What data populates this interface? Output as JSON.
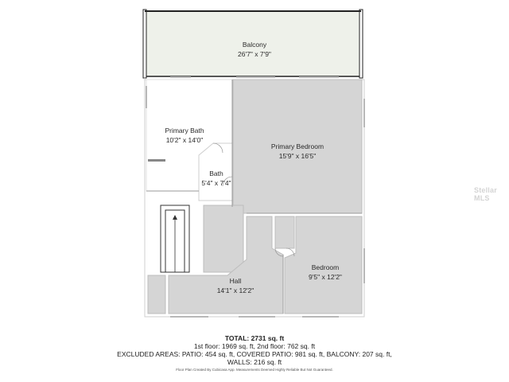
{
  "rooms": {
    "balcony": {
      "name": "Balcony",
      "dimensions": "26'7\" x 7'9\""
    },
    "primary_bath": {
      "name": "Primary Bath",
      "dimensions": "10'2\" x 14'0\""
    },
    "primary_bedroom": {
      "name": "Primary Bedroom",
      "dimensions": "15'9\" x 16'5\""
    },
    "bath": {
      "name": "Bath",
      "dimensions": "5'4\" x 7'4\""
    },
    "bedroom": {
      "name": "Bedroom",
      "dimensions": "9'5\" x 12'2\""
    },
    "hall": {
      "name": "Hall",
      "dimensions": "14'1\" x 12'2\""
    }
  },
  "summary": {
    "total_label": "TOTAL: 2731 sq. ft",
    "floors_line": "1st floor: 1969 sq. ft, 2nd floor: 762 sq. ft",
    "excluded_line": "EXCLUDED AREAS: PATIO: 454 sq. ft, COVERED PATIO: 981 sq. ft, BALCONY: 207 sq. ft,",
    "walls_line": "WALLS: 216 sq. ft"
  },
  "disclaimer": "Floor Plan Created By Cubicasa App. Measurements Deemed Highly Reliable But Not Guaranteed.",
  "watermark": "Stellar MLS",
  "colors": {
    "room_fill": "#d5d5d5",
    "balcony_fill": "#eef1ea",
    "wall": "#1a1a1a",
    "background": "#ffffff"
  }
}
